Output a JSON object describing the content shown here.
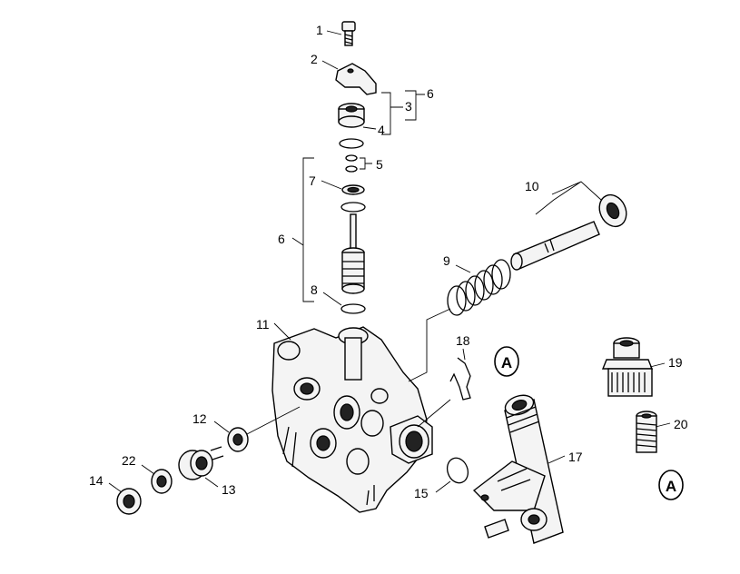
{
  "labels": {
    "p1": "1",
    "p2": "2",
    "p3": "3",
    "p4": "4",
    "p5": "5",
    "p6a": "6",
    "p6b": "6",
    "p7": "7",
    "p8": "8",
    "p9": "9",
    "p10": "10",
    "p11": "11",
    "p12": "12",
    "p13": "13",
    "p14": "14",
    "p15": "15",
    "p17": "17",
    "p18": "18",
    "p19": "19",
    "p20": "20",
    "p22": "22",
    "markerA1": "A",
    "markerA2": "A"
  }
}
